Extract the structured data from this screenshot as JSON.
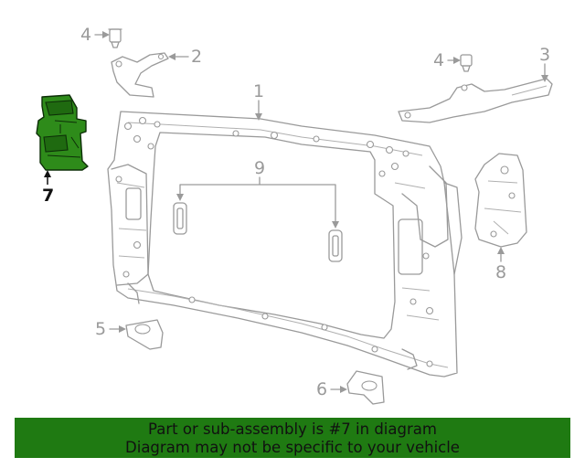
{
  "diagram": {
    "callouts": [
      {
        "key": "c1",
        "label": "1"
      },
      {
        "key": "c2",
        "label": "2"
      },
      {
        "key": "c3",
        "label": "3"
      },
      {
        "key": "c4a",
        "label": "4"
      },
      {
        "key": "c4b",
        "label": "4"
      },
      {
        "key": "c5",
        "label": "5"
      },
      {
        "key": "c6",
        "label": "6"
      },
      {
        "key": "c7",
        "label": "7"
      },
      {
        "key": "c8",
        "label": "8"
      },
      {
        "key": "c9",
        "label": "9"
      }
    ],
    "highlight_color": "#2e8b1a",
    "line_color": "#9a9a9a"
  },
  "banner": {
    "line1": "Part or sub-assembly is #7 in diagram",
    "line2": "Diagram may not be specific to your vehicle",
    "background": "#1f7a12"
  }
}
